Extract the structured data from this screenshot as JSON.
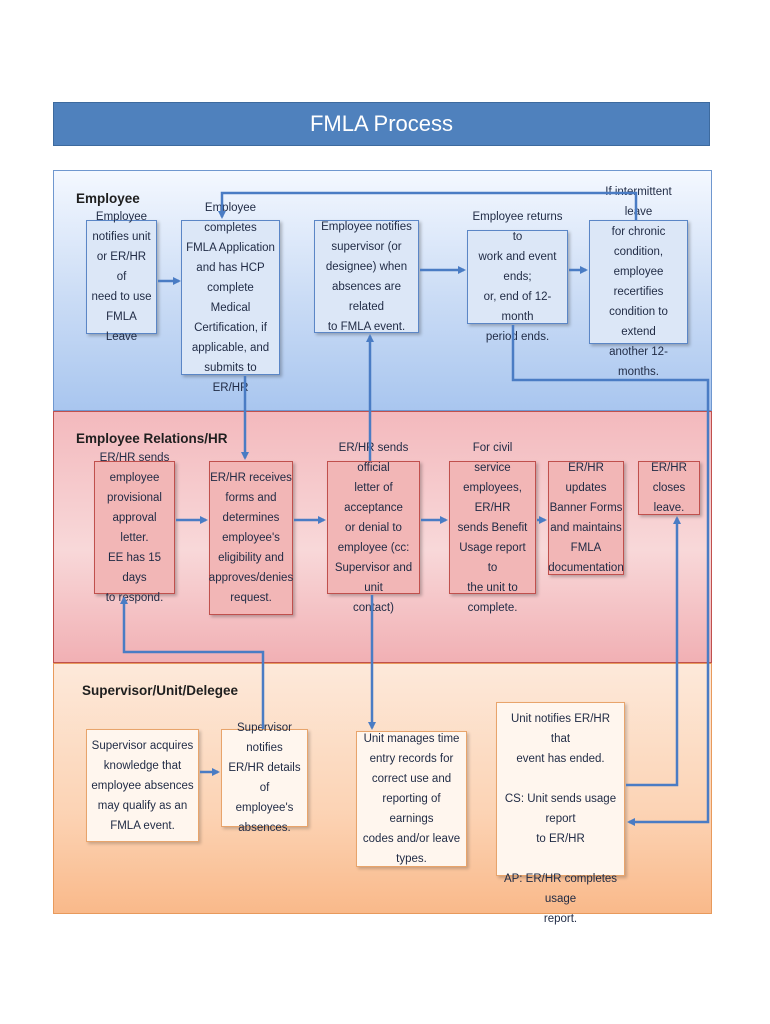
{
  "title": "FMLA Process",
  "lanes": {
    "employee": "Employee",
    "hr": "Employee Relations/HR",
    "supervisor": "Supervisor/Unit/Delegee"
  },
  "boxes": {
    "e1": "Employee\nnotifies unit\nor ER/HR of\nneed to use\nFMLA Leave",
    "e2": "Employee completes\nFMLA Application\nand has HCP\ncomplete Medical\nCertification, if\napplicable, and\nsubmits to ER/HR",
    "e3": "Employee notifies\nsupervisor (or\ndesignee) when\nabsences are related\nto FMLA event.",
    "e4": "Employee returns to\nwork and event ends;\nor, end of 12-month\nperiod ends.",
    "e5": "If intermittent leave\nfor chronic condition,\nemployee recertifies\ncondition to extend\nanother 12-months.",
    "h1": "ER/HR sends\nemployee\nprovisional\napproval letter.\nEE has 15 days\nto respond.",
    "h2": "ER/HR receives\nforms and\ndetermines\nemployee's\neligibility and\napproves/denies\nrequest.",
    "h3": "ER/HR sends official\nletter of acceptance\nor denial to\nemployee (cc:\nSupervisor and unit\ncontact)",
    "h4": "For civil service\nemployees, ER/HR\nsends Benefit\nUsage report to\nthe unit to\ncomplete.",
    "h5": "ER/HR updates\nBanner Forms\nand maintains\nFMLA\ndocumentation",
    "h6": "ER/HR\ncloses leave.",
    "s1": "Supervisor acquires\nknowledge that\nemployee absences\nmay qualify as an\nFMLA event.",
    "s2": "Supervisor notifies\nER/HR details of\nemployee's\nabsences.",
    "s3": "Unit manages time\nentry records for\ncorrect use and\nreporting of earnings\ncodes and/or leave\ntypes.",
    "s4": "Unit notifies ER/HR that\nevent has ended.\n\nCS: Unit sends usage report\nto ER/HR\n\nAP: ER/HR completes usage\nreport."
  },
  "colors": {
    "title_bar": "#4f81bd",
    "arrow": "#4a7cc4",
    "employee_lane": "#c9dbf5",
    "hr_lane": "#f8d8d9",
    "supervisor_lane": "#fcd3b4"
  }
}
